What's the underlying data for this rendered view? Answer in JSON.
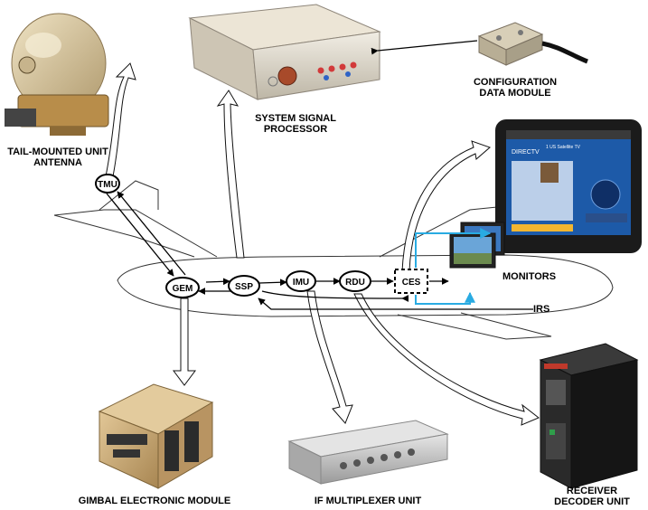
{
  "components": {
    "tmu_antenna": {
      "line1": "TAIL-MOUNTED UNIT",
      "line2": "ANTENNA"
    },
    "ssp": {
      "line1": "SYSTEM SIGNAL",
      "line2": "PROCESSOR"
    },
    "config": {
      "line1": "CONFIGURATION",
      "line2": "DATA MODULE"
    },
    "monitors": {
      "label": "MONITORS"
    },
    "irs": {
      "label": "IRS"
    },
    "gem_unit": {
      "label": "GIMBAL ELECTRONIC MODULE"
    },
    "if_mux": {
      "label": "IF MULTIPLEXER UNIT"
    },
    "rdu_unit": {
      "line1": "RECEIVER",
      "line2": "DECODER UNIT"
    }
  },
  "nodes": {
    "tmu": "TMU",
    "gem": "GEM",
    "ssp": "SSP",
    "imu": "IMU",
    "rdu": "RDU",
    "ces": "CES"
  },
  "tablet_screen": {
    "title": "DIRECTV",
    "channel": "1 US Satellite TV"
  },
  "colors": {
    "link_blue": "#29abe2",
    "line_black": "#000000",
    "tablet_screen": "#1d5aa8"
  }
}
